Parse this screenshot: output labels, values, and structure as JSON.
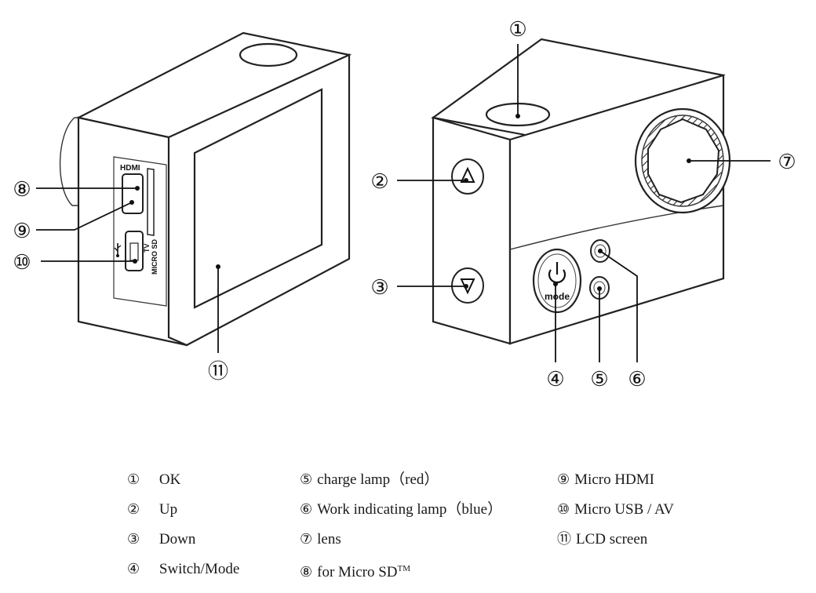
{
  "callouts": [
    "①",
    "②",
    "③",
    "④",
    "⑤",
    "⑥",
    "⑦",
    "⑧",
    "⑨",
    "⑩",
    "⑪"
  ],
  "camera_port_labels": {
    "hdmi": "HDMI",
    "micro_sd": "MICRO SD",
    "tv": "TV"
  },
  "mode_button_label": "mode",
  "legend": {
    "col1": [
      {
        "num": "①",
        "text": "OK"
      },
      {
        "num": "②",
        "text": "Up"
      },
      {
        "num": "③",
        "text": "Down"
      },
      {
        "num": "④",
        "text": "Switch/Mode"
      }
    ],
    "col2": [
      {
        "num": "⑤",
        "text": "charge lamp（red）"
      },
      {
        "num": "⑥",
        "text": "Work indicating lamp（blue）"
      },
      {
        "num": "⑦",
        "text": "lens"
      },
      {
        "num": "⑧",
        "text": " for Micro SD",
        "sup": "TM"
      }
    ],
    "col3": [
      {
        "num": "⑨",
        "text": "Micro HDMI"
      },
      {
        "num": "⑩",
        "text": "Micro USB / AV"
      },
      {
        "num": "⑪",
        "text": "LCD screen"
      }
    ]
  },
  "icons": [
    "power-icon",
    "up-arrow-icon",
    "down-arrow-icon",
    "usb-icon"
  ]
}
